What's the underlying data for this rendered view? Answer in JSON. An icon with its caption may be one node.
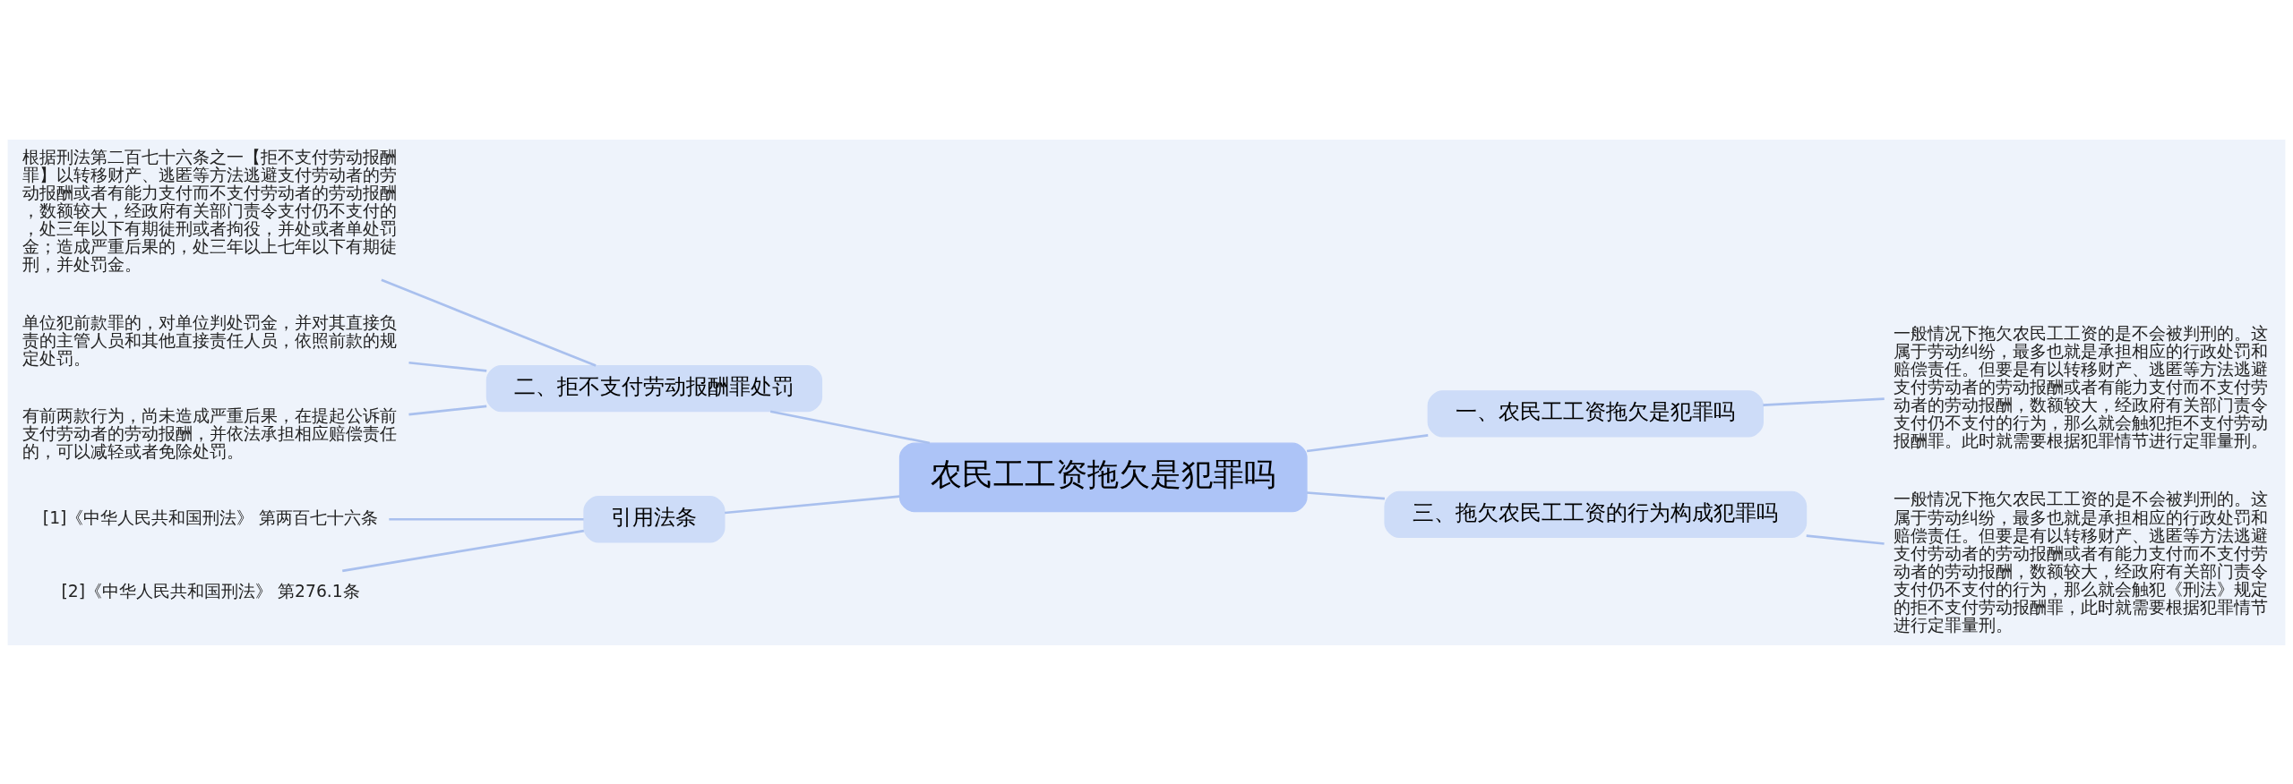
{
  "diagram": {
    "nodes": [
      {
        "text": [
          "农民工工资拖欠是犯罪吗"
        ]
      },
      {
        "text": [
          "一、农民工工资拖欠是犯罪吗"
        ]
      },
      {
        "text": [
          "一般情况下拖欠农民工工资的是不会被判刑的。这属于劳动纠纷，最多也就是承担相应的行政处罚和赔偿责任。但要是有以转移财产、逃匿等方法逃避支付劳动者的劳动报酬或者有能力支付而不支付劳动者的劳动报酬，数额较大，经政府有关部门责令支付仍不支付的行为，那么就会触犯拒不支付劳动报酬罪。此时就需要根据犯罪情节进行定罪量刑。"
        ]
      },
      {
        "text": [
          "二、拒不支付劳动报酬罪处罚"
        ]
      },
      {
        "text": [
          "根据刑法第二百七十六条之一【拒不支付劳动报酬罪】以转移财产、逃匿等方法逃避支付劳动者的劳动报酬或者有能力支付而不支付劳动者的劳动报酬，数额较大，经政府有关部门责令支付仍不支付的，处三年以下有期徒刑或者拘役，并处或者单处罚金；造成严重后果的，处三年以上七年以下有期徒刑，并处罚金。"
        ]
      },
      {
        "text": [
          "单位犯前款罪的，对单位判处罚金，并对其直接负责的主管人员和其他直接责任人员，依照前款的规定处罚。"
        ]
      },
      {
        "text": [
          "有前两款行为，尚未造成严重后果，在提起公诉前支付劳动者的劳动报酬，并依法承担相应赔偿责任的，可以减轻或者免除处罚。"
        ]
      },
      {
        "text": [
          "三、拖欠农民工工资的行为构成犯罪吗"
        ]
      },
      {
        "text": [
          "一般情况下拖欠农民工工资的是不会被判刑的。这属于劳动纠纷，最多也就是承担相应的行政处罚和赔偿责任。但要是有以转移财产、逃匿等方法逃避支付劳动者的劳动报酬或者有能力支付而不支付劳动者的劳动报酬，数额较大，经政府有关部门责令支付仍不支付的行为，那么就会触犯《刑法》规定的拒不支付劳动报酬罪，此时就需要根据犯罪情节进行定罪量刑。"
        ]
      },
      {
        "text": [
          "引用法条"
        ]
      },
      {
        "text": [
          "[1]《中华人民共和国刑法》 第两百七十六条"
        ]
      },
      {
        "text": [
          "[2]《中华人民共和国刑法》 第276.1条"
        ]
      }
    ],
    "edges": [
      {
        "from": 0,
        "to": 1,
        "arrow": "none"
      },
      {
        "from": 1,
        "to": 2,
        "arrow": "none"
      },
      {
        "from": 0,
        "to": 3,
        "arrow": "none"
      },
      {
        "from": 3,
        "to": 4,
        "arrow": "none"
      },
      {
        "from": 3,
        "to": 5,
        "arrow": "none"
      },
      {
        "from": 3,
        "to": 6,
        "arrow": "none"
      },
      {
        "from": 0,
        "to": 7,
        "arrow": "none"
      },
      {
        "from": 7,
        "to": 8,
        "arrow": "none"
      },
      {
        "from": 0,
        "to": 9,
        "arrow": "none"
      },
      {
        "from": 9,
        "to": 10,
        "arrow": "none"
      },
      {
        "from": 9,
        "to": 11,
        "arrow": "none"
      }
    ]
  }
}
